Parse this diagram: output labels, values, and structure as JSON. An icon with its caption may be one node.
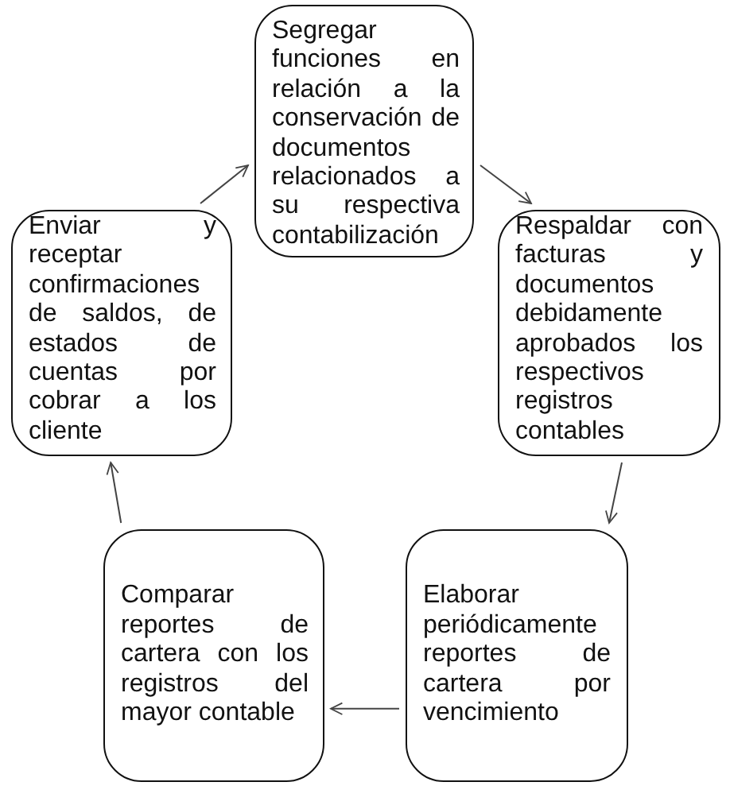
{
  "diagram": {
    "nodes": [
      {
        "text": [
          "Segregar funciones en relación a la conservación de documentos relacionados a su respectiva contabilización"
        ]
      },
      {
        "text": [
          "Respaldar con facturas y documentos debidamente aprobados los respectivos registros contables"
        ]
      },
      {
        "text": [
          "Elaborar periódicamente reportes de cartera por vencimiento"
        ]
      },
      {
        "text": [
          "Comparar reportes de cartera con los registros del mayor contable"
        ]
      },
      {
        "text": [
          "Enviar y receptar confirmaciones de saldos, de estados de cuentas por cobrar a los cliente"
        ]
      }
    ],
    "edges": [
      {
        "from": 0,
        "to": 1,
        "arrow": "to"
      },
      {
        "from": 1,
        "to": 2,
        "arrow": "to"
      },
      {
        "from": 2,
        "to": 3,
        "arrow": "to"
      },
      {
        "from": 3,
        "to": 4,
        "arrow": "to"
      },
      {
        "from": 4,
        "to": 0,
        "arrow": "to"
      }
    ]
  }
}
